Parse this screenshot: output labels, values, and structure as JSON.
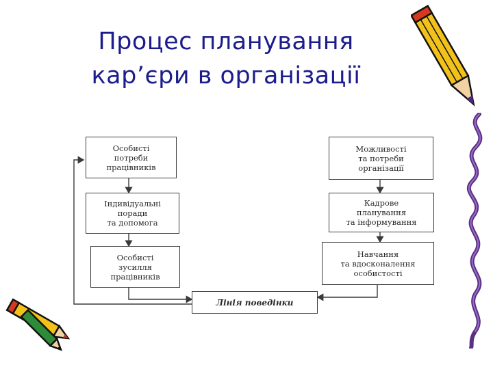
{
  "slide": {
    "title_line1": "Процес планування",
    "title_line2": "кар’єри в організації"
  },
  "diagram": {
    "left_column": [
      {
        "lines": [
          "Особисті",
          "потреби",
          "працівників"
        ]
      },
      {
        "lines": [
          "Індивідуальні",
          "поради",
          "та допомога"
        ]
      },
      {
        "lines": [
          "Особисті",
          "зусилля",
          "працівників"
        ]
      }
    ],
    "right_column": [
      {
        "lines": [
          "Можливості",
          "та потреби",
          "організації"
        ]
      },
      {
        "lines": [
          "Кадрове",
          "планування",
          "та інформування"
        ]
      },
      {
        "lines": [
          "Навчання",
          "та вдосконалення",
          "особистості"
        ]
      }
    ],
    "bottom_box": {
      "label": "Лінія поведінки"
    }
  },
  "decorations": {
    "icons": [
      "pencil-icon",
      "pencils-icon",
      "squiggle-icon"
    ],
    "colors": {
      "title": "#1c1c8c",
      "pencil_yellow": "#f2c21b",
      "pencil_red": "#d63a1e",
      "squiggle": "#5b2f86"
    }
  }
}
